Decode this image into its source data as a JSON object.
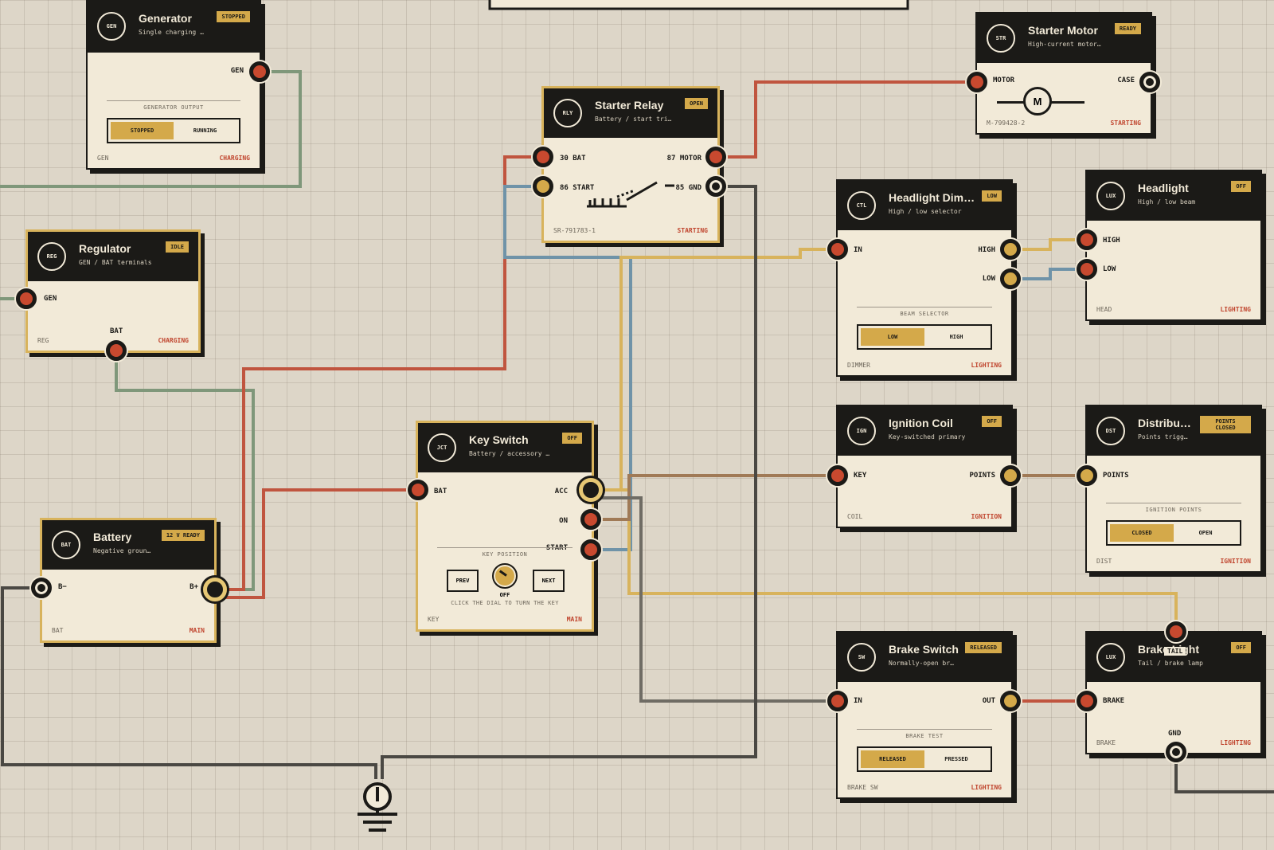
{
  "nodes": {
    "generator": {
      "icon": "GEN",
      "title": "Generator",
      "subtitle": "Single charging …",
      "badge": "STOPPED",
      "port_gen": "GEN",
      "section": "GENERATOR OUTPUT",
      "opt1": "STOPPED",
      "opt2": "RUNNING",
      "foot_left": "GEN",
      "foot_right": "CHARGING"
    },
    "regulator": {
      "icon": "REG",
      "title": "Regulator",
      "subtitle": "GEN / BAT terminals",
      "badge": "IDLE",
      "port_gen": "GEN",
      "port_bat": "BAT",
      "foot_left": "REG",
      "foot_right": "CHARGING"
    },
    "battery": {
      "icon": "BAT",
      "title": "Battery",
      "subtitle": "Negative groun…",
      "badge": "12 V READY",
      "port_neg": "B−",
      "port_pos": "B+",
      "foot_left": "BAT",
      "foot_right": "MAIN"
    },
    "relay": {
      "icon": "RLY",
      "title": "Starter Relay",
      "subtitle": "Battery / start tri…",
      "badge": "OPEN",
      "p30": "30 BAT",
      "p86": "86 START",
      "p87": "87 MOTOR",
      "p85": "85 GND",
      "foot_left": "SR-791783-1",
      "foot_right": "STARTING"
    },
    "key": {
      "icon": "JCT",
      "title": "Key Switch",
      "subtitle": "Battery / accessory …",
      "badge": "OFF",
      "bat": "BAT",
      "acc": "ACC",
      "on": "ON",
      "start": "START",
      "section": "KEY POSITION",
      "prev": "PREV",
      "next": "NEXT",
      "dial_label": "OFF",
      "hint": "CLICK THE DIAL TO TURN THE KEY",
      "foot_left": "KEY",
      "foot_right": "MAIN"
    },
    "motor": {
      "icon": "STR",
      "title": "Starter Motor",
      "subtitle": "High-current motor…",
      "badge": "READY",
      "motor": "MOTOR",
      "case": "CASE",
      "symbol": "M",
      "foot_left": "M-799428-2",
      "foot_right": "STARTING"
    },
    "dimmer": {
      "icon": "CTL",
      "title": "Headlight Dim…",
      "subtitle": "High / low selector",
      "badge": "LOW",
      "in": "IN",
      "high": "HIGH",
      "low": "LOW",
      "section": "BEAM SELECTOR",
      "opt1": "LOW",
      "opt2": "HIGH",
      "foot_left": "DIMMER",
      "foot_right": "LIGHTING"
    },
    "headlight": {
      "icon": "LUX",
      "title": "Headlight",
      "subtitle": "High / low beam",
      "badge": "OFF",
      "high": "HIGH",
      "low": "LOW",
      "foot_left": "HEAD",
      "foot_right": "LIGHTING"
    },
    "coil": {
      "icon": "IGN",
      "title": "Ignition Coil",
      "subtitle": "Key-switched primary",
      "badge": "OFF",
      "key": "KEY",
      "points": "POINTS",
      "foot_left": "COIL",
      "foot_right": "IGNITION"
    },
    "distributor": {
      "icon": "DST",
      "title": "Distribu…",
      "subtitle": "Points trigg…",
      "badge": "POINTS CLOSED",
      "points": "POINTS",
      "section": "IGNITION POINTS",
      "opt1": "CLOSED",
      "opt2": "OPEN",
      "foot_left": "DIST",
      "foot_right": "IGNITION"
    },
    "brakesw": {
      "icon": "SW",
      "title": "Brake Switch",
      "subtitle": "Normally-open br…",
      "badge": "RELEASED",
      "in": "IN",
      "out": "OUT",
      "section": "BRAKE TEST",
      "opt1": "RELEASED",
      "opt2": "PRESSED",
      "foot_left": "BRAKE SW",
      "foot_right": "LIGHTING"
    },
    "brakelight": {
      "icon": "LUX",
      "title": "Brake Light",
      "subtitle": "Tail / brake lamp",
      "badge": "OFF",
      "brake": "BRAKE",
      "gnd": "GND",
      "tooltip": "TAIL",
      "foot_left": "BRAKE",
      "foot_right": "LIGHTING"
    }
  },
  "colors": {
    "red": "#c0553f",
    "gold": "#d8b35c",
    "blue": "#6f93a8",
    "green": "#7f977a",
    "gray": "#6f6c64",
    "brown": "#a07a56",
    "dark": "#4a4843"
  }
}
